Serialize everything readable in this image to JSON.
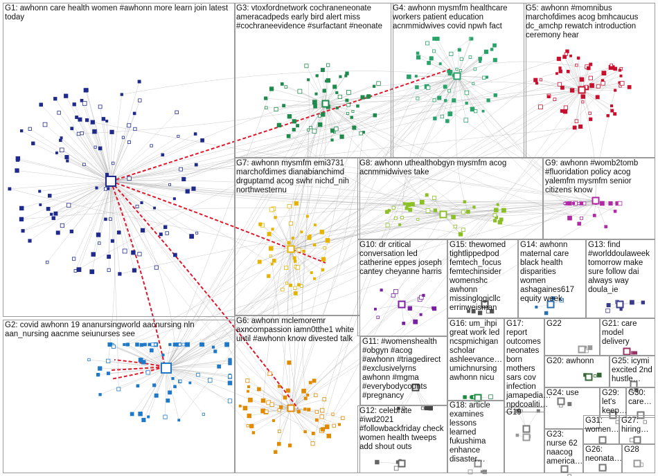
{
  "groups": [
    {
      "id": "G1",
      "label": "G1: awhonn care health women #awhonn more learn join latest today",
      "color": "#1f2a8c"
    },
    {
      "id": "G2",
      "label": "G2: covid awhonn 19 ananursingworld aacnursing nln aan_nursing aacnme seiunurses see",
      "color": "#1f78c8"
    },
    {
      "id": "G3",
      "label": "G3: vtoxfordnetwork cochraneneonate ameracadpeds early bird alert miss #cochraneevidence #surfactant #neonate",
      "color": "#1f8a4c"
    },
    {
      "id": "G4",
      "label": "G4: awhonn mysmfm healthcare workers patient education acnmmidwives covid npwh fact",
      "color": "#2aa36a"
    },
    {
      "id": "G5",
      "label": "G5: awhonn #momnibus marchofdimes acog bmhcaucus dc_amchp rewatch introduction ceremony hear",
      "color": "#c8102e"
    },
    {
      "id": "G6",
      "label": "G6: awhonn mclemoremr axncompassion iamn0tthe1 white until #awhonn know divested talk",
      "color": "#e08a00"
    },
    {
      "id": "G7",
      "label": "G7: awhonn mysmfm emi3731 marchofdimes dianabianchimd drguptamd acog swhr nichd_nih northwesternu",
      "color": "#e6b400"
    },
    {
      "id": "G8",
      "label": "G8: awhonn uthealthobgyn mysmfm acog acnmmidwives take",
      "color": "#8cbf26"
    },
    {
      "id": "G9",
      "label": "G9: awhonn #womb2tomb #fluoridation policy acog yalemfm mysmfm senior citizens know",
      "color": "#b02aa6"
    },
    {
      "id": "G10",
      "label": "G10: dr critical conversation led catherine eppes joseph cantey cheyanne harris",
      "color": "#7a1fa2"
    },
    {
      "id": "G11",
      "label": "G11: #womenshealth #obgyn #acog #awhonn #triagedirect #exclusivelyrns awhonn #mgma #everybodycounts #pregnancy",
      "color": "#444444"
    },
    {
      "id": "G12",
      "label": "G12: celebrate #iwd2021 #followbackfriday check women health tweeps add shout outs",
      "color": "#666666"
    },
    {
      "id": "G13",
      "label": "G13: find #worlddoulaweek tomorrow make sure follow dai always way doula_ie",
      "color": "#3a3a8c"
    },
    {
      "id": "G14",
      "label": "G14: awhonn maternal care black health disparities women ashagaines617 equity week",
      "color": "#2a6fb0"
    },
    {
      "id": "G15",
      "label": "G15: thewomed tightlippedpod femtech_focus femtechinsider womenshc awhonn missinglogicllc errinweisman",
      "color": "#555555"
    },
    {
      "id": "G16",
      "label": "G16: um_ihpi great work led ncspmichigan scholar ashleevance… umichnursing awhonn nicu",
      "color": "#1c8a3c"
    },
    {
      "id": "G17",
      "label": "G17: report outcomes neonates born mothers sars cov infection jamapedia… npdcoaliti…",
      "color": "#777777"
    },
    {
      "id": "G18",
      "label": "G18: article examines lessons learned fukushima enhance disaster…",
      "color": "#888888"
    },
    {
      "id": "G19",
      "label": "G19",
      "color": "#999999"
    },
    {
      "id": "G20",
      "label": "G20: awhonn",
      "color": "#336633"
    },
    {
      "id": "G21",
      "label": "G21: care model delivery",
      "color": "#993366"
    },
    {
      "id": "G22",
      "label": "G22",
      "color": "#999999"
    },
    {
      "id": "G23",
      "label": "G23: nurse 62 naacog america…",
      "color": "#777777"
    },
    {
      "id": "G24",
      "label": "G24: use",
      "color": "#777777"
    },
    {
      "id": "G25",
      "label": "G25: icymi excited 2nd hustle…",
      "color": "#777777"
    },
    {
      "id": "G26",
      "label": "G26: neonata…",
      "color": "#777777"
    },
    {
      "id": "G27",
      "label": "G27: hiring…",
      "color": "#777777"
    },
    {
      "id": "G28",
      "label": "G28",
      "color": "#999999"
    },
    {
      "id": "G29",
      "label": "G29: let's keep…",
      "color": "#777777"
    },
    {
      "id": "G30",
      "label": "G30: care…",
      "color": "#777777"
    },
    {
      "id": "G31",
      "label": "G31: women…",
      "color": "#777777"
    }
  ]
}
